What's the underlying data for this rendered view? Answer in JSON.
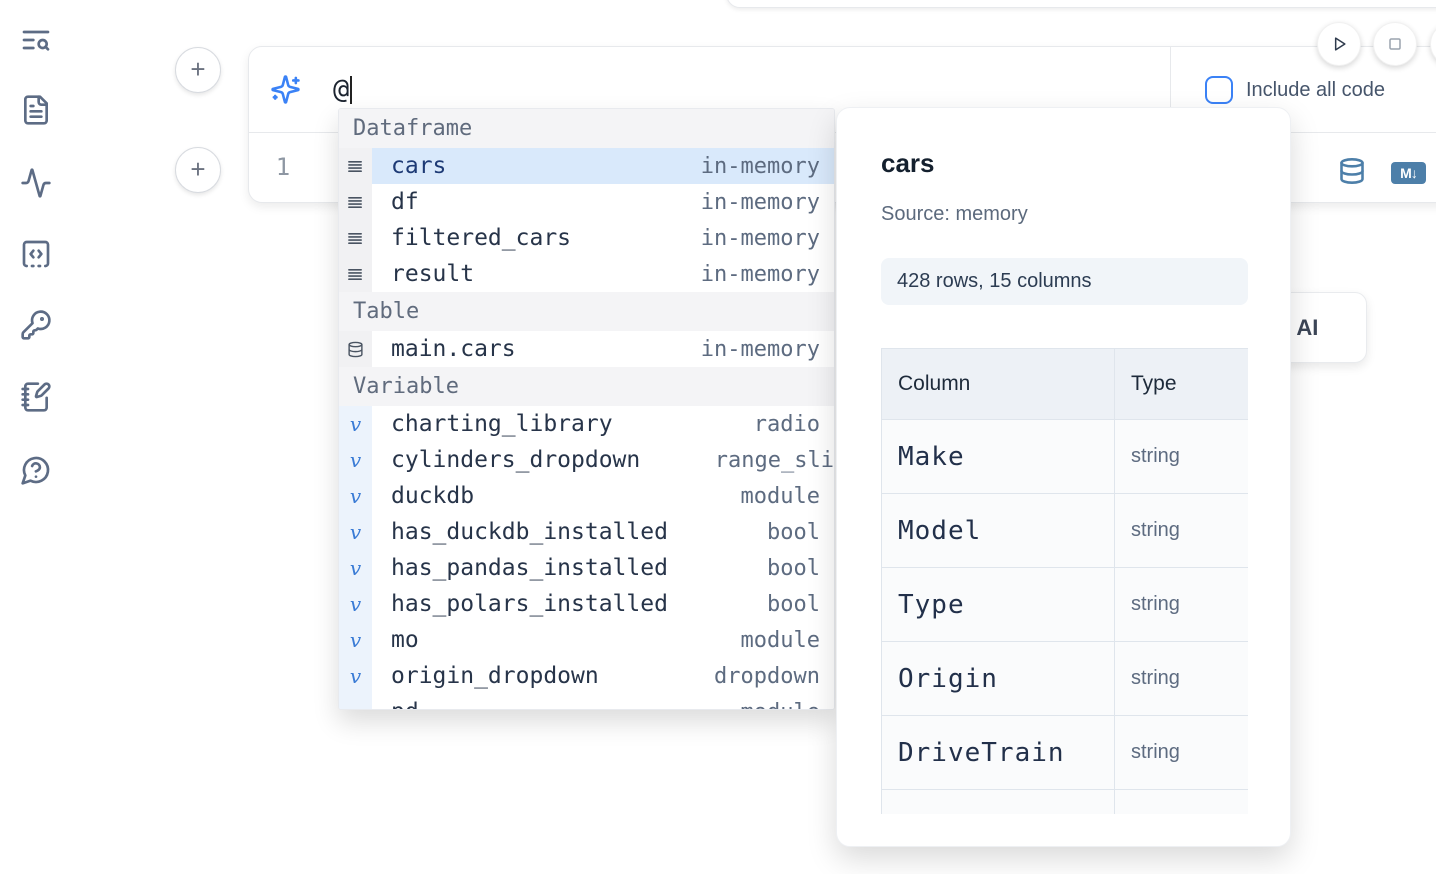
{
  "colors": {
    "accent_blue": "#3b82f6",
    "steel_blue": "#4d7fa9",
    "selected_row_bg": "#d9e9fb",
    "card_border": "#e7e9ec"
  },
  "sidebar": {
    "items": [
      {
        "icon": "text-search-icon"
      },
      {
        "icon": "file-text-icon"
      },
      {
        "icon": "activity-icon"
      },
      {
        "icon": "code-square-icon"
      },
      {
        "icon": "key-icon"
      },
      {
        "icon": "notebook-pen-icon"
      },
      {
        "icon": "help-chat-icon"
      }
    ]
  },
  "add_buttons": {
    "label": "+"
  },
  "toolbar": {
    "include_all_code_label": "Include all code"
  },
  "ai_input": {
    "value": "@"
  },
  "editor": {
    "line_number": "1"
  },
  "cell_buttons": {
    "markdown_badge": "M↓"
  },
  "autocomplete": {
    "sections": [
      {
        "label": "Dataframe",
        "items": [
          {
            "name": "cars",
            "detail": "in-memory",
            "icon": "dataframe",
            "selected": true
          },
          {
            "name": "df",
            "detail": "in-memory",
            "icon": "dataframe"
          },
          {
            "name": "filtered_cars",
            "detail": "in-memory",
            "icon": "dataframe"
          },
          {
            "name": "result",
            "detail": "in-memory",
            "icon": "dataframe"
          }
        ]
      },
      {
        "label": "Table",
        "items": [
          {
            "name": "main.cars",
            "detail": "in-memory",
            "icon": "table"
          }
        ]
      },
      {
        "label": "Variable",
        "items": [
          {
            "name": "charting_library",
            "detail": "radio",
            "icon": "variable"
          },
          {
            "name": "cylinders_dropdown",
            "detail": "range_sli",
            "icon": "variable",
            "flush_detail": true
          },
          {
            "name": "duckdb",
            "detail": "module",
            "icon": "variable"
          },
          {
            "name": "has_duckdb_installed",
            "detail": "bool",
            "icon": "variable"
          },
          {
            "name": "has_pandas_installed",
            "detail": "bool",
            "icon": "variable"
          },
          {
            "name": "has_polars_installed",
            "detail": "bool",
            "icon": "variable"
          },
          {
            "name": "mo",
            "detail": "module",
            "icon": "variable"
          },
          {
            "name": "origin_dropdown",
            "detail": "dropdown",
            "icon": "variable"
          },
          {
            "name": "pd",
            "detail": "module",
            "icon": "variable",
            "partial": true
          }
        ]
      }
    ]
  },
  "preview": {
    "title": "cars",
    "source_label": "Source: memory",
    "shape_label": "428 rows, 15 columns",
    "table": {
      "headers": [
        "Column",
        "Type"
      ],
      "rows": [
        [
          "Make",
          "string"
        ],
        [
          "Model",
          "string"
        ],
        [
          "Type",
          "string"
        ],
        [
          "Origin",
          "string"
        ],
        [
          "DriveTrain",
          "string"
        ],
        [
          "",
          ""
        ]
      ]
    }
  },
  "ai_chip": {
    "label": "l AI"
  }
}
